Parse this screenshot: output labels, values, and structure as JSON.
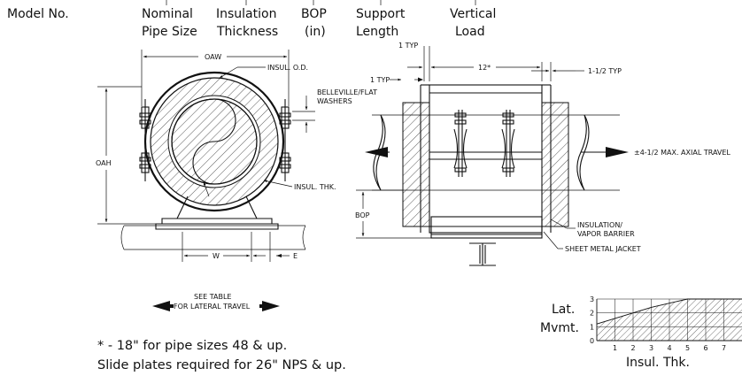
{
  "header": {
    "columns": [
      {
        "line1": "Model No.",
        "line2": ""
      },
      {
        "line1": "Nominal",
        "line2": "Pipe Size"
      },
      {
        "line1": "Insulation",
        "line2": "Thickness"
      },
      {
        "line1": "BOP",
        "line2": "(in)"
      },
      {
        "line1": "Support",
        "line2": "Length"
      },
      {
        "line1": "Vertical",
        "line2": "Load"
      }
    ]
  },
  "front_view": {
    "oaw": "OAW",
    "insul_od": "INSUL. O.D.",
    "washers_line1": "BELLEVILLE/FLAT",
    "washers_line2": "WASHERS",
    "oah": "OAH",
    "insul_thk": "INSUL. THK.",
    "w": "W",
    "e": "E",
    "see_table_line1": "SEE TABLE",
    "see_table_line2": "FOR LATERAL TRAVEL"
  },
  "side_view": {
    "one_typ_top": "1 TYP",
    "one_typ_left": "1 TYP",
    "twelve": "12*",
    "one_half_typ": "1-1/2 TYP",
    "axial_travel": "±4-1/2 MAX. AXIAL TRAVEL",
    "bop": "BOP",
    "insulation_line1": "INSULATION/",
    "insulation_line2": "VAPOR BARRIER",
    "sheet_metal": "SHEET METAL JACKET"
  },
  "notes": {
    "note1": "* - 18\" for pipe sizes 48 & up.",
    "note2": "Slide plates required for 26\" NPS & up."
  },
  "chart_data": {
    "type": "area",
    "ylabel_line1": "Lat.",
    "ylabel_line2": "Mvmt.",
    "xlabel": "Insul. Thk.",
    "x_ticks": [
      "1",
      "2",
      "3",
      "4",
      "5",
      "6",
      "7"
    ],
    "y_ticks": [
      "0",
      "1",
      "2",
      "3"
    ],
    "xlim": [
      0,
      8
    ],
    "ylim": [
      0,
      3
    ],
    "x": [
      1,
      2,
      3,
      4,
      5,
      6,
      7,
      8
    ],
    "values": [
      1.6,
      2.0,
      2.4,
      2.7,
      3.0,
      3.0,
      3.0,
      3.0
    ],
    "grid": true
  }
}
